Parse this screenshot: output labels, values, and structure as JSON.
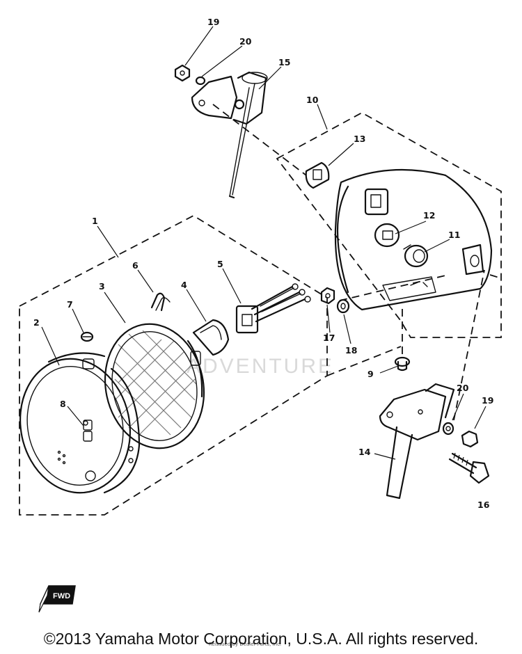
{
  "diagram": {
    "callouts": [
      {
        "id": "c1",
        "label": "1"
      },
      {
        "id": "c2",
        "label": "2"
      },
      {
        "id": "c3",
        "label": "3"
      },
      {
        "id": "c4",
        "label": "4"
      },
      {
        "id": "c5",
        "label": "5"
      },
      {
        "id": "c6",
        "label": "6"
      },
      {
        "id": "c7",
        "label": "7"
      },
      {
        "id": "c8",
        "label": "8"
      },
      {
        "id": "c9",
        "label": "9"
      },
      {
        "id": "c10",
        "label": "10"
      },
      {
        "id": "c11",
        "label": "11"
      },
      {
        "id": "c12",
        "label": "12"
      },
      {
        "id": "c13",
        "label": "13"
      },
      {
        "id": "c14",
        "label": "14"
      },
      {
        "id": "c15",
        "label": "15"
      },
      {
        "id": "c16",
        "label": "16"
      },
      {
        "id": "c17",
        "label": "17"
      },
      {
        "id": "c18",
        "label": "18"
      },
      {
        "id": "c19a",
        "label": "19"
      },
      {
        "id": "c19b",
        "label": "19"
      },
      {
        "id": "c20a",
        "label": "20"
      },
      {
        "id": "c20b",
        "label": "20"
      }
    ],
    "watermark": "ADVENTURE",
    "fwd_label": "FWD",
    "credit_line": "Reissued by Dealer Parts, Inc."
  },
  "footer": {
    "copyright": "©2013 Yamaha Motor Corporation, U.S.A. All rights reserved."
  }
}
